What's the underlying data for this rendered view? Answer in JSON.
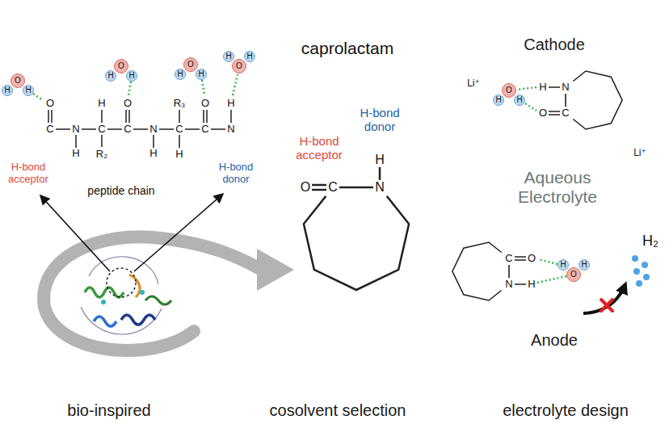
{
  "diagram": {
    "nodes": [
      {
        "text": [
          "O",
          "C"
        ]
      },
      {
        "text": [
          "N",
          "H"
        ]
      },
      {
        "text": [
          "O",
          "C"
        ]
      },
      {
        "text": [
          "N",
          "H"
        ]
      },
      {
        "text": [
          "O",
          "C"
        ]
      },
      {
        "text": [
          "H",
          "N"
        ]
      },
      {
        "text": [
          "H-bond acceptor",
          "O",
          "C"
        ]
      },
      {
        "text": [
          "H-bond donor",
          "H",
          "N"
        ]
      },
      {
        "text": [
          "Cathode"
        ]
      },
      {
        "text": [
          "Aqueous Electrolyte"
        ]
      },
      {
        "text": [
          "Li⁺"
        ],
        "in": 9
      },
      {
        "text": [
          "H",
          "N"
        ],
        "in": 9
      },
      {
        "text": [
          "O",
          "C"
        ],
        "in": 9
      },
      {
        "text": [
          "Li⁺"
        ],
        "in": 9
      },
      {
        "text": [
          "C",
          "O"
        ],
        "in": 9
      },
      {
        "text": [
          "N",
          "H"
        ],
        "in": 9
      },
      {
        "text": [
          "Anode"
        ]
      },
      {
        "text": [
          "bio-inspired"
        ]
      },
      {
        "text": [
          "cosolvent selection"
        ]
      },
      {
        "text": [
          "electrolyte design"
        ]
      }
    ],
    "labels": [
      "H-bond donor",
      "H-bond acceptor",
      "peptide chain",
      "C",
      "H",
      "R₂",
      "C",
      "R₃",
      "H",
      "H",
      "O",
      "H",
      "H",
      "O",
      "H",
      "H",
      "O",
      "H",
      "H",
      "O",
      "H",
      "caprolactam",
      "H",
      "O",
      "H",
      "H",
      "O",
      "H",
      "H₂"
    ]
  }
}
